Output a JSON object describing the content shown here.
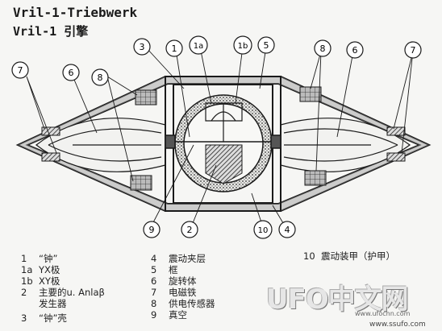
{
  "title_de": "Vril-1-Triebwerk",
  "title_zh": "Vril-1 引擎",
  "callouts": [
    {
      "id": "c7l",
      "label": "7"
    },
    {
      "id": "c6l",
      "label": "6"
    },
    {
      "id": "c8l",
      "label": "8"
    },
    {
      "id": "c3",
      "label": "3"
    },
    {
      "id": "c1",
      "label": "1"
    },
    {
      "id": "c1a",
      "label": "1a"
    },
    {
      "id": "c1b",
      "label": "1b"
    },
    {
      "id": "c5",
      "label": "5"
    },
    {
      "id": "c8r",
      "label": "8"
    },
    {
      "id": "c6r",
      "label": "6"
    },
    {
      "id": "c7r",
      "label": "7"
    },
    {
      "id": "c9",
      "label": "9"
    },
    {
      "id": "c2",
      "label": "2"
    },
    {
      "id": "c10",
      "label": "10"
    },
    {
      "id": "c4",
      "label": "4"
    }
  ],
  "legend_left": [
    {
      "num": "1",
      "text": "“钟”"
    },
    {
      "num": "1a",
      "text": "YX极"
    },
    {
      "num": "1b",
      "text": "XY极"
    },
    {
      "num": "2",
      "text": "主要的u. Anlaβ"
    },
    {
      "num": "",
      "text": "发生器"
    },
    {
      "num": "3",
      "text": "“钟”壳"
    }
  ],
  "legend_mid": [
    {
      "num": "4",
      "text": "震动夹层"
    },
    {
      "num": "5",
      "text": "框"
    },
    {
      "num": "6",
      "text": "旋转体"
    },
    {
      "num": "7",
      "text": "电磁铁"
    },
    {
      "num": "8",
      "text": "供电传感器"
    },
    {
      "num": "9",
      "text": "真空"
    }
  ],
  "legend_right": [
    {
      "num": "10",
      "text": "震动装甲（护甲）"
    }
  ],
  "watermark": {
    "logo": "UFO中文网",
    "url_logo": "www.ufochn.com",
    "url_bottom": "www.ssufo.com"
  },
  "colors": {
    "ink": "#1a1a1a",
    "paper": "#f6f6f4",
    "hatch": "#555555"
  }
}
